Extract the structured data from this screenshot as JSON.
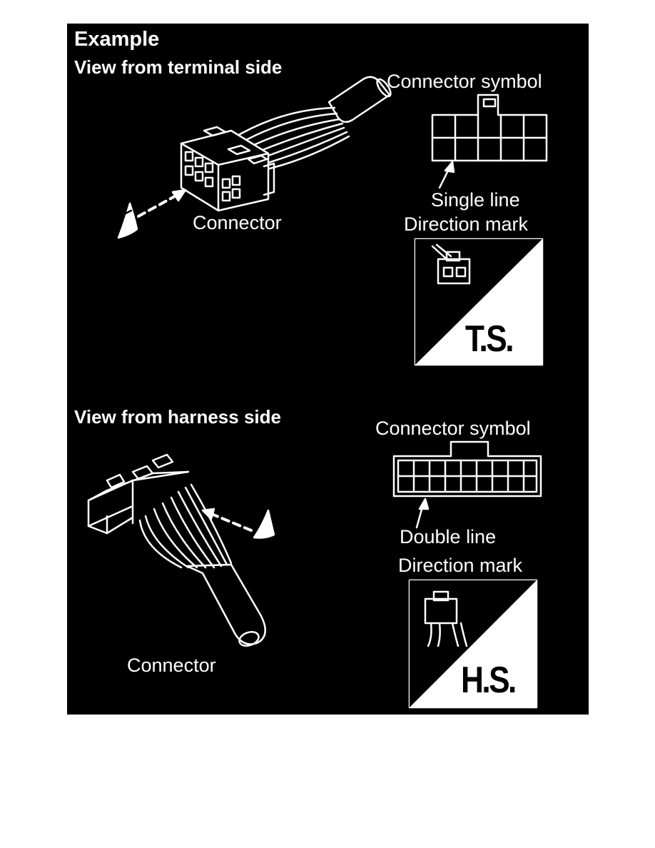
{
  "heading": "Example",
  "terminal_section": {
    "title": "View from terminal side",
    "connector_label": "Connector",
    "symbol_label": "Connector symbol",
    "line_label": "Single line",
    "mark_label": "Direction mark",
    "mark_text": "T.S."
  },
  "harness_section": {
    "title": "View from harness side",
    "connector_label": "Connector",
    "symbol_label": "Connector symbol",
    "line_label": "Double line",
    "mark_label": "Direction mark",
    "mark_text": "H.S."
  },
  "colors": {
    "background": "#000000",
    "ink": "#ffffff",
    "page": "#ffffff"
  }
}
